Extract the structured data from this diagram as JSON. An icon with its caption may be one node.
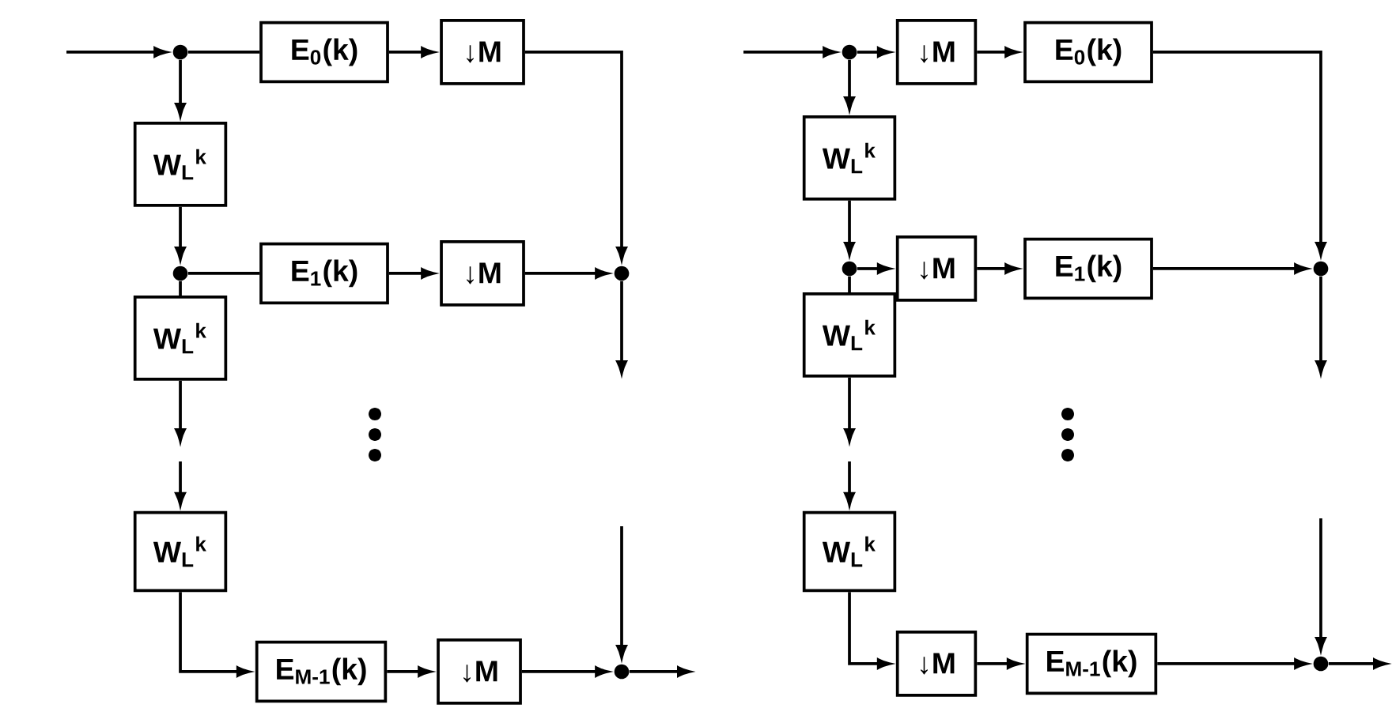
{
  "diagram": {
    "nodes": [
      {
        "text": [],
        "shape": "circle"
      },
      {
        "text": [
          "E$_{0}$(k)"
        ]
      },
      {
        "text": [
          "↓M"
        ]
      },
      {
        "text": [
          "W$_{L}$$^{k}$"
        ]
      },
      {
        "text": [],
        "shape": "circle"
      },
      {
        "text": [
          "E$_{1}$(k)"
        ]
      },
      {
        "text": [
          "↓M"
        ]
      },
      {
        "text": [],
        "shape": "circle"
      },
      {
        "text": [
          "W$_{L}$$^{k}$"
        ]
      },
      {
        "text": [
          "W$_{L}$$^{k}$"
        ]
      },
      {
        "text": [
          "E$_{M-1}$(k)"
        ]
      },
      {
        "text": [
          "↓M"
        ]
      },
      {
        "text": [],
        "shape": "circle"
      },
      {
        "text": [],
        "shape": "circle"
      },
      {
        "text": [
          "↓M"
        ]
      },
      {
        "text": [
          "E$_{0}$(k)"
        ]
      },
      {
        "text": [
          "W$_{L}$$^{k}$"
        ]
      },
      {
        "text": [],
        "shape": "circle"
      },
      {
        "text": [
          "↓M"
        ]
      },
      {
        "text": [
          "E$_{1}$(k)"
        ]
      },
      {
        "text": [],
        "shape": "circle"
      },
      {
        "text": [
          "W$_{L}$$^{k}$"
        ]
      },
      {
        "text": [
          "W$_{L}$$^{k}$"
        ]
      },
      {
        "text": [
          "↓M"
        ]
      },
      {
        "text": [
          "E$_{M-1}$(k)"
        ]
      },
      {
        "text": [],
        "shape": "circle"
      }
    ],
    "edges": [
      {
        "from": null,
        "to": 0,
        "arrow": "to"
      },
      {
        "from": 0,
        "to": 1,
        "arrow": "none"
      },
      {
        "from": 1,
        "to": 2,
        "arrow": "to"
      },
      {
        "from": 2,
        "to": 7,
        "arrow": "to"
      },
      {
        "from": 0,
        "to": 3,
        "arrow": "to"
      },
      {
        "from": 3,
        "to": 4,
        "arrow": "to"
      },
      {
        "from": 4,
        "to": 5,
        "arrow": "none"
      },
      {
        "from": 5,
        "to": 6,
        "arrow": "to"
      },
      {
        "from": 6,
        "to": 7,
        "arrow": "to"
      },
      {
        "from": 7,
        "to": null,
        "arrow": "to"
      },
      {
        "from": 4,
        "to": 8,
        "arrow": "none"
      },
      {
        "from": 8,
        "to": null,
        "arrow": "to"
      },
      {
        "from": null,
        "to": 9,
        "arrow": "to"
      },
      {
        "from": 9,
        "to": 10,
        "arrow": "to"
      },
      {
        "from": 10,
        "to": 11,
        "arrow": "to"
      },
      {
        "from": 11,
        "to": 12,
        "arrow": "to"
      },
      {
        "from": null,
        "to": 12,
        "arrow": "to"
      },
      {
        "from": 12,
        "to": null,
        "arrow": "to"
      },
      {
        "from": null,
        "to": 13,
        "arrow": "to"
      },
      {
        "from": 13,
        "to": 14,
        "arrow": "to"
      },
      {
        "from": 14,
        "to": 15,
        "arrow": "to"
      },
      {
        "from": 15,
        "to": 20,
        "arrow": "to"
      },
      {
        "from": 13,
        "to": 16,
        "arrow": "to"
      },
      {
        "from": 16,
        "to": 17,
        "arrow": "to"
      },
      {
        "from": 17,
        "to": 18,
        "arrow": "to"
      },
      {
        "from": 18,
        "to": 19,
        "arrow": "to"
      },
      {
        "from": 19,
        "to": 20,
        "arrow": "to"
      },
      {
        "from": 20,
        "to": null,
        "arrow": "to"
      },
      {
        "from": 17,
        "to": 21,
        "arrow": "none"
      },
      {
        "from": 21,
        "to": null,
        "arrow": "to"
      },
      {
        "from": null,
        "to": 22,
        "arrow": "to"
      },
      {
        "from": 22,
        "to": 23,
        "arrow": "to"
      },
      {
        "from": 23,
        "to": 24,
        "arrow": "to"
      },
      {
        "from": 24,
        "to": 25,
        "arrow": "to"
      },
      {
        "from": null,
        "to": 25,
        "arrow": "to"
      },
      {
        "from": 25,
        "to": null,
        "arrow": "to"
      }
    ]
  }
}
